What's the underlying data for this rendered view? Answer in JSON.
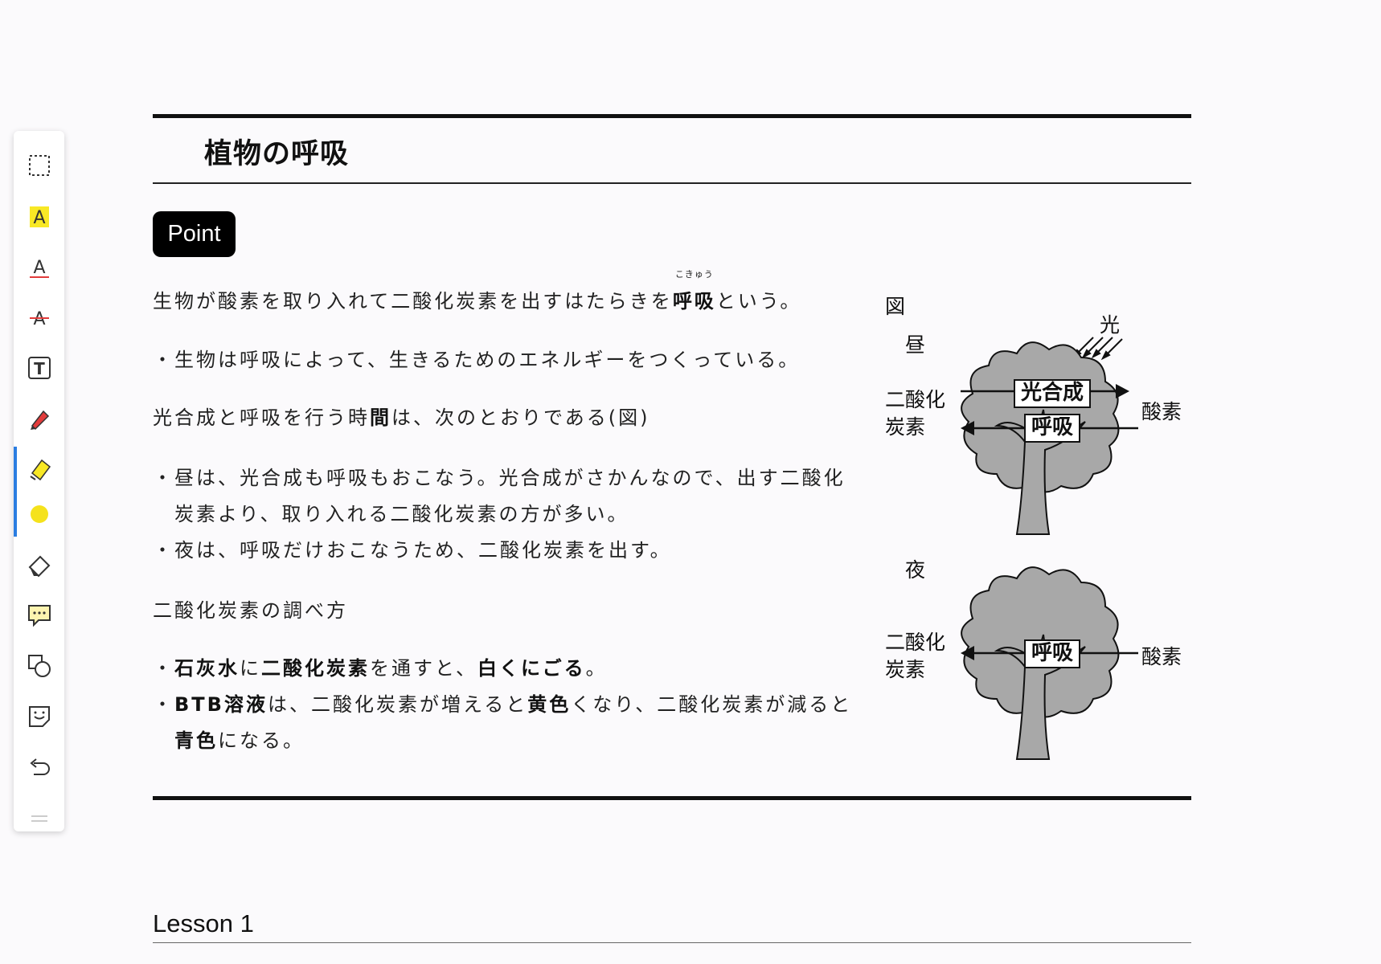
{
  "toolbar": {
    "tools": [
      {
        "icon": "select-rect-icon",
        "label": "select"
      },
      {
        "icon": "highlight-text-icon",
        "label": "highlight"
      },
      {
        "icon": "underline-text-icon",
        "label": "underline"
      },
      {
        "icon": "strikethrough-text-icon",
        "label": "strikethrough"
      },
      {
        "icon": "text-box-icon",
        "label": "text"
      },
      {
        "icon": "pen-icon",
        "label": "pen"
      },
      {
        "icon": "highlighter-icon",
        "label": "highlighter"
      },
      {
        "icon": "color-swatch-icon",
        "label": "color"
      },
      {
        "icon": "eraser-icon",
        "label": "eraser"
      },
      {
        "icon": "comment-icon",
        "label": "comment"
      },
      {
        "icon": "shapes-icon",
        "label": "shapes"
      },
      {
        "icon": "sticker-icon",
        "label": "sticker"
      },
      {
        "icon": "undo-icon",
        "label": "undo"
      }
    ],
    "active_color": "#f5e21c",
    "active_indicator_color": "#2a7de1"
  },
  "page": {
    "title": "植物の呼吸",
    "badge": "Point",
    "p1": {
      "pre": "生物が酸素を取り入れて二酸化炭素を出すはたらきを",
      "bold": "呼吸",
      "ruby": "こきゅう",
      "post": "という。"
    },
    "p2": "・生物は呼吸によって、生きるためのエネルギーをつくっている。",
    "p3": {
      "pre": "光合成と呼吸を行う時",
      "bold": "間",
      "post": "は、次のとおりである(図)"
    },
    "p4a": "・昼は、光合成も呼吸もおこなう。光合成がさかんなので、出す二酸化",
    "p4b": "炭素より、取り入れる二酸化炭素の方が多い。",
    "p5": "・夜は、呼吸だけおこなうため、二酸化炭素を出す。",
    "p6": "二酸化炭素の調べ方",
    "p7": {
      "dot": "・",
      "b1": "石灰水",
      "t1": "に",
      "b2": "二酸化炭素",
      "t2": "を通すと、",
      "b3": "白くにごる",
      "t3": "。"
    },
    "p8": {
      "dot": "・",
      "b1": "BTB溶液",
      "t1": "は、二酸化炭素が増えると",
      "b2": "黄色",
      "t2": "くなり、二酸化炭素が減ると"
    },
    "p9": {
      "b1": "青色",
      "t1": "になる。"
    },
    "lesson": "Lesson 1"
  },
  "figure": {
    "label": "図",
    "day": "昼",
    "night": "夜",
    "light": "光",
    "co2_line1": "二酸化",
    "co2_line2": "炭素",
    "o2": "酸素",
    "photosynthesis": "光合成",
    "respiration": "呼吸",
    "tree_color": "#a8a8a8"
  }
}
